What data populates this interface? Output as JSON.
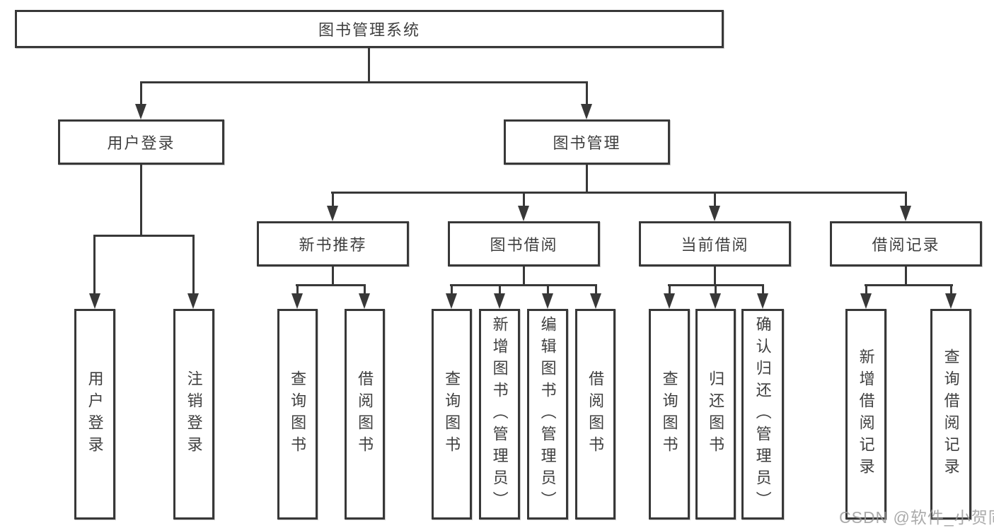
{
  "tree": {
    "root": {
      "label": "图书管理系统"
    },
    "branches": [
      {
        "label": "用户登录",
        "children": [
          {
            "label": "用户登录"
          },
          {
            "label": "注销登录"
          }
        ]
      },
      {
        "label": "图书管理",
        "sections": [
          {
            "label": "新书推荐",
            "children": [
              {
                "label": "查询图书"
              },
              {
                "label": "借阅图书"
              }
            ]
          },
          {
            "label": "图书借阅",
            "children": [
              {
                "label": "查询图书"
              },
              {
                "label": "新增图书（管理员）"
              },
              {
                "label": "编辑图书（管理员）"
              },
              {
                "label": "借阅图书"
              }
            ]
          },
          {
            "label": "当前借阅",
            "children": [
              {
                "label": "查询图书"
              },
              {
                "label": "归还图书"
              },
              {
                "label": "确认归还（管理员）"
              }
            ]
          },
          {
            "label": "借阅记录",
            "children": [
              {
                "label": "新增借阅记录"
              },
              {
                "label": "查询借阅记录"
              }
            ]
          }
        ]
      }
    ]
  },
  "watermark": "CSDN @软件_小贺同学",
  "colors": {
    "line": "#383838",
    "text": "#3f3f3f",
    "background": "#ffffff",
    "watermark": "#9b9b9b"
  }
}
